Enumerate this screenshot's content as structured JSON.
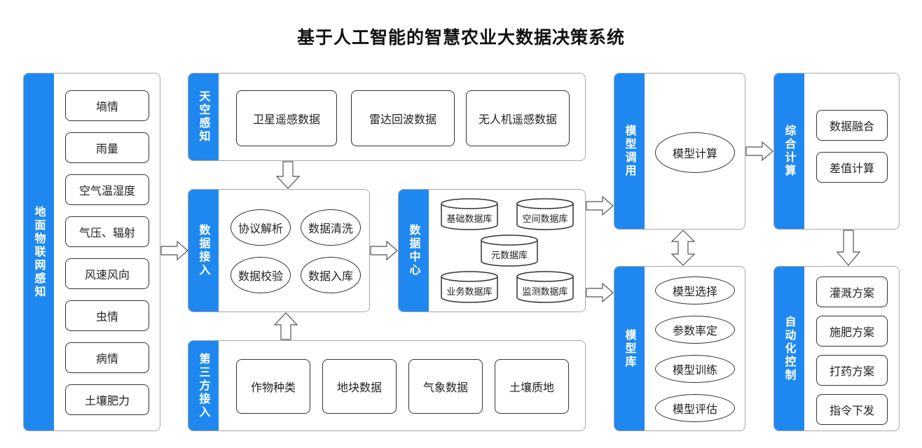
{
  "title": "基于人工智能的智慧农业大数据决策系统",
  "ground": {
    "label": "地面物联网感知",
    "items": [
      "墒情",
      "雨量",
      "空气温湿度",
      "气压、辐射",
      "风速风向",
      "虫情",
      "病情",
      "土壤肥力"
    ]
  },
  "sky": {
    "label": "天空感知",
    "items": [
      "卫星遥感数据",
      "雷达回波数据",
      "无人机遥感数据"
    ]
  },
  "access": {
    "label": "数据接入",
    "items": [
      "协议解析",
      "数据清洗",
      "数据校验",
      "数据入库"
    ]
  },
  "third": {
    "label": "第三方接入",
    "items": [
      "作物种类",
      "地块数据",
      "气象数据",
      "土壤质地"
    ]
  },
  "center": {
    "label": "数据中心",
    "dbs": [
      "基础数据库",
      "空间数据库",
      "元数据库",
      "业务数据库",
      "监测数据库"
    ]
  },
  "call": {
    "label": "模型调用",
    "item": "模型计算"
  },
  "lib": {
    "label": "模型库",
    "items": [
      "模型选择",
      "参数率定",
      "模型训练",
      "模型评估"
    ]
  },
  "calc": {
    "label": "综合计算",
    "items": [
      "数据融合",
      "差值计算"
    ]
  },
  "auto": {
    "label": "自动化控制",
    "items": [
      "灌溉方案",
      "施肥方案",
      "打药方案",
      "指令下发"
    ]
  }
}
